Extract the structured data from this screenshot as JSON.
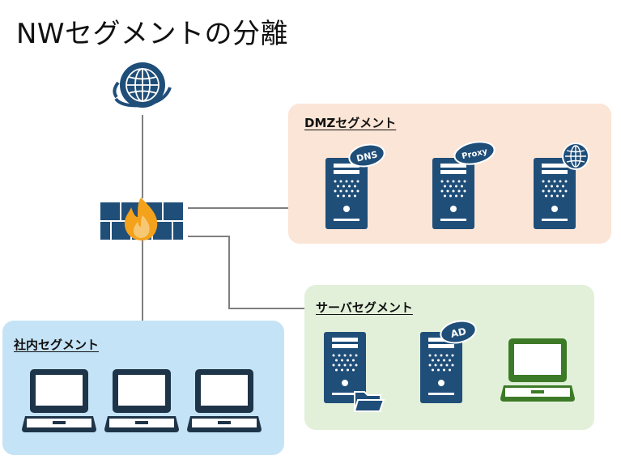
{
  "title": "NWセグメントの分離",
  "segments": {
    "dmz": {
      "label": "DMZセグメント",
      "servers": [
        {
          "badge": "DNS"
        },
        {
          "badge": "Proxy"
        },
        {
          "badge_icon": "globe-icon"
        }
      ]
    },
    "server": {
      "label": "サーバセグメント",
      "servers": [
        {
          "badge_icon": "folder-icon"
        },
        {
          "badge": "AD"
        }
      ],
      "laptop_icon": "laptop-icon"
    },
    "internal": {
      "label": "社内セグメント",
      "laptops": 3
    }
  },
  "nodes": {
    "internet_icon": "globe-icon",
    "firewall_icon": "firewall-icon"
  },
  "colors": {
    "dark_navy": "#1f4e79",
    "laptop_dark": "#1e3448",
    "laptop_green": "#3d7a27",
    "dmz_bg": "#fbe5d6",
    "server_bg": "#e2f0d9",
    "internal_bg": "#c5e3f6",
    "line": "#7f7f7f",
    "flame_outer": "#f4a11c",
    "flame_inner": "#f7c873"
  }
}
